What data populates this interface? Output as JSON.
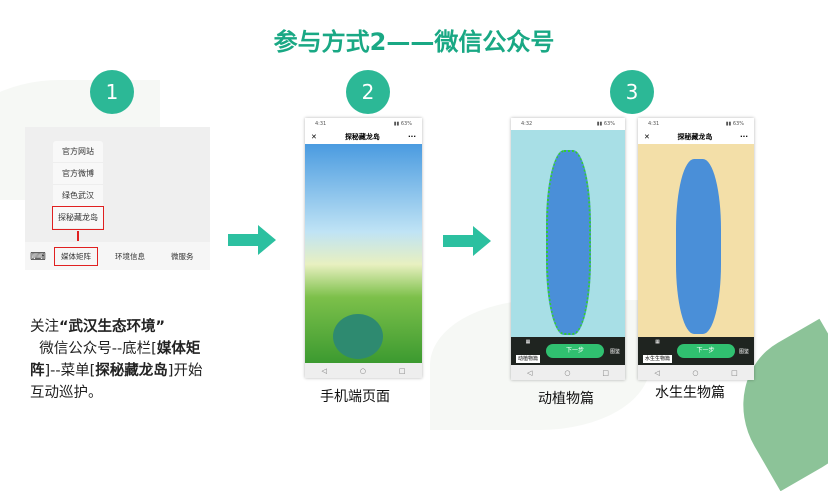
{
  "title": "参与方式2——微信公众号",
  "steps": [
    "1",
    "2",
    "3"
  ],
  "panel1": {
    "menu": [
      "官方网站",
      "官方微博",
      "绿色武汉",
      "探秘藏龙岛"
    ],
    "bottom": [
      "媒体矩阵",
      "环境信息",
      "微服务"
    ]
  },
  "phone2": {
    "time": "4:31",
    "title": "探秘藏龙岛",
    "more": "···",
    "close": "✕",
    "caption": "手机端页面"
  },
  "phone3a": {
    "time": "4:32",
    "next": "下一步",
    "select": "动植物篇",
    "caption": "动植物篇"
  },
  "phone3b": {
    "time": "4:31",
    "title": "探秘藏龙岛",
    "next": "下一步",
    "select": "水生生物篇",
    "caption": "水生生物篇"
  },
  "icon_label": "图鉴",
  "nav": [
    "◁",
    "○",
    "□"
  ],
  "instructions": {
    "p1": "关注",
    "q": "“武汉生态环境”",
    "p2": "微信公众号--底栏[",
    "b1": "媒体矩阵",
    "p3": "]--菜单[",
    "b2": "探秘藏龙岛",
    "p4": "]开始互动巡护。"
  },
  "colors": {
    "accent": "#19a884",
    "circle": "#2cb896"
  }
}
